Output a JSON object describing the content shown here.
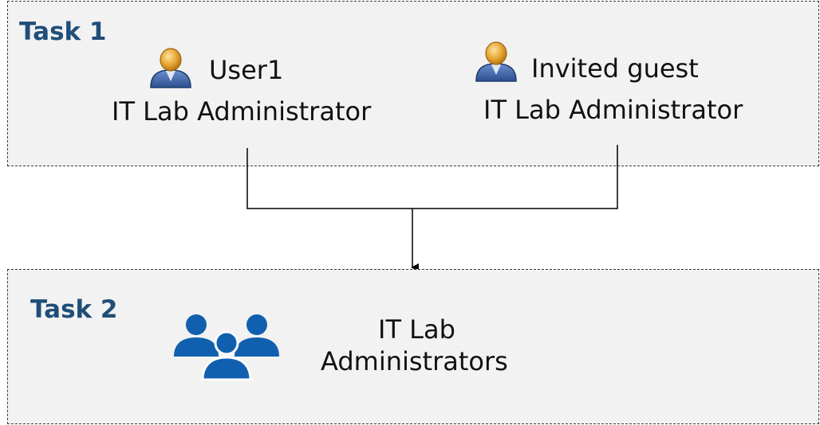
{
  "colors": {
    "task_title": "#1f4e79",
    "box_fill": "#f2f2f2",
    "box_border": "#3a3a3a",
    "group_icon": "#1160b0",
    "user_head": "#e6a532",
    "user_body": "#3b63a6"
  },
  "task1": {
    "title": "Task 1",
    "user1": {
      "name": "User1",
      "role": "IT Lab Administrator",
      "icon": "user-icon"
    },
    "user2": {
      "name": "Invited guest",
      "role": "IT Lab Administrator",
      "icon": "user-icon"
    }
  },
  "task2": {
    "title": "Task 2",
    "group": {
      "line1": "IT Lab",
      "line2": "Administrators",
      "icon": "group-icon"
    }
  }
}
